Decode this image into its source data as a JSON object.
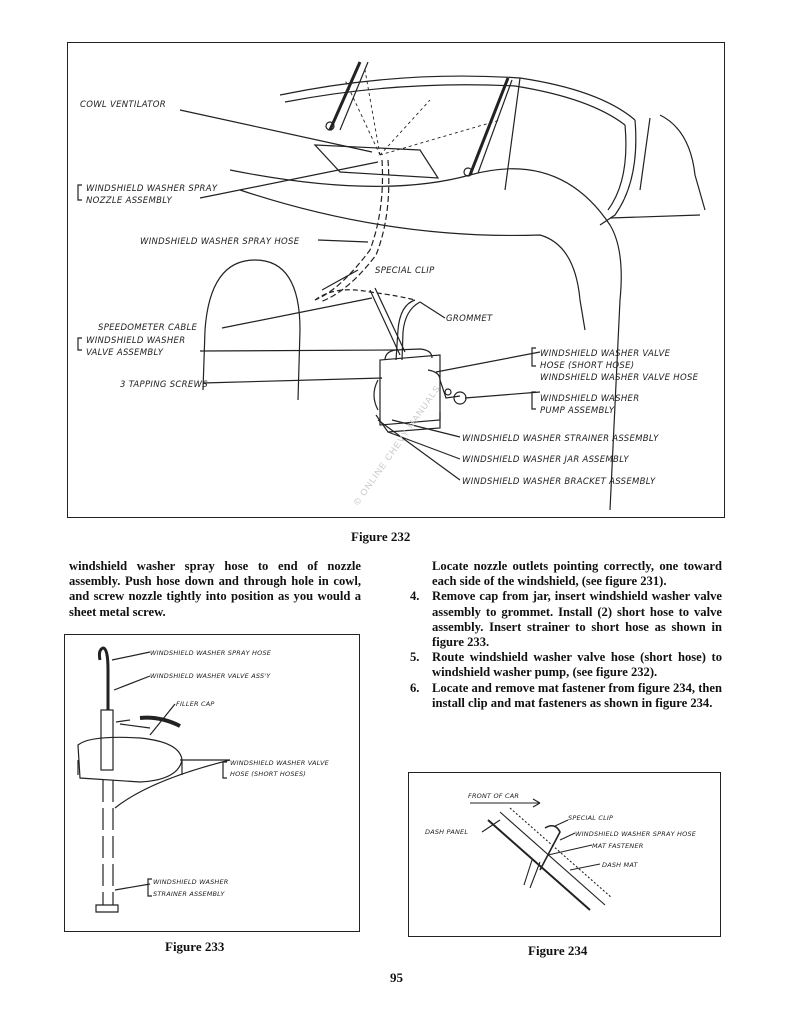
{
  "figures": {
    "fig232": {
      "caption": "Figure 232",
      "labels": {
        "cowl_ventilator": "COWL VENTILATOR",
        "nozzle_1": "WINDSHIELD WASHER SPRAY",
        "nozzle_2": "NOZZLE ASSEMBLY",
        "spray_hose": "WINDSHIELD WASHER SPRAY HOSE",
        "special_clip": "SPECIAL CLIP",
        "grommet": "GROMMET",
        "speedometer_cable": "SPEEDOMETER CABLE",
        "valve_asm_1": "WINDSHIELD WASHER",
        "valve_asm_2": "VALVE ASSEMBLY",
        "tapping_screws": "3 TAPPING SCREWS",
        "valve_hose_1": "WINDSHIELD WASHER VALVE",
        "valve_hose_2": "HOSE (SHORT HOSE)",
        "valve_hose_3": "WINDSHIELD WASHER VALVE HOSE",
        "pump_1": "WINDSHIELD WASHER",
        "pump_2": "PUMP ASSEMBLY",
        "strainer": "WINDSHIELD WASHER STRAINER ASSEMBLY",
        "jar": "WINDSHIELD WASHER JAR ASSEMBLY",
        "bracket": "WINDSHIELD WASHER BRACKET ASSEMBLY"
      }
    },
    "fig233": {
      "caption": "Figure 233",
      "labels": {
        "spray_hose": "WINDSHIELD WASHER SPRAY HOSE",
        "valve_assy": "WINDSHIELD WASHER VALVE ASS'Y",
        "filler_cap": "FILLER CAP",
        "valve_hose_1": "WINDSHIELD WASHER VALVE",
        "valve_hose_2": "HOSE (SHORT HOSES)",
        "strainer_1": "WINDSHIELD WASHER",
        "strainer_2": "STRAINER ASSEMBLY"
      }
    },
    "fig234": {
      "caption": "Figure 234",
      "labels": {
        "front_of_car": "FRONT OF CAR",
        "special_clip": "SPECIAL CLIP",
        "dash_panel": "DASH PANEL",
        "spray_hose": "WINDSHIELD WASHER SPRAY HOSE",
        "mat_fastener": "MAT FASTENER",
        "dash_mat": "DASH MAT"
      }
    }
  },
  "text": {
    "left_para": "windshield washer spray hose to end of nozzle assembly. Push hose down and through hole in cowl, and screw nozzle tightly into position as you would a sheet metal screw.",
    "right_intro": "Locate nozzle outlets pointing correctly, one toward each side of the windshield, (see figure 231).",
    "steps": [
      {
        "num": "4.",
        "text": "Remove cap from jar, insert windshield washer valve assembly to grommet. Install (2) short hose to valve assembly. Insert strainer to short hose as shown in figure 233."
      },
      {
        "num": "5.",
        "text": "Route windshield washer valve hose (short hose) to windshield washer pump, (see figure 232)."
      },
      {
        "num": "6.",
        "text": "Locate and remove mat fastener from figure 234, then install clip and mat fasteners as shown in figure 234."
      }
    ]
  },
  "page_number": "95",
  "watermark": "© ONLINE CHEVY MANUALS"
}
